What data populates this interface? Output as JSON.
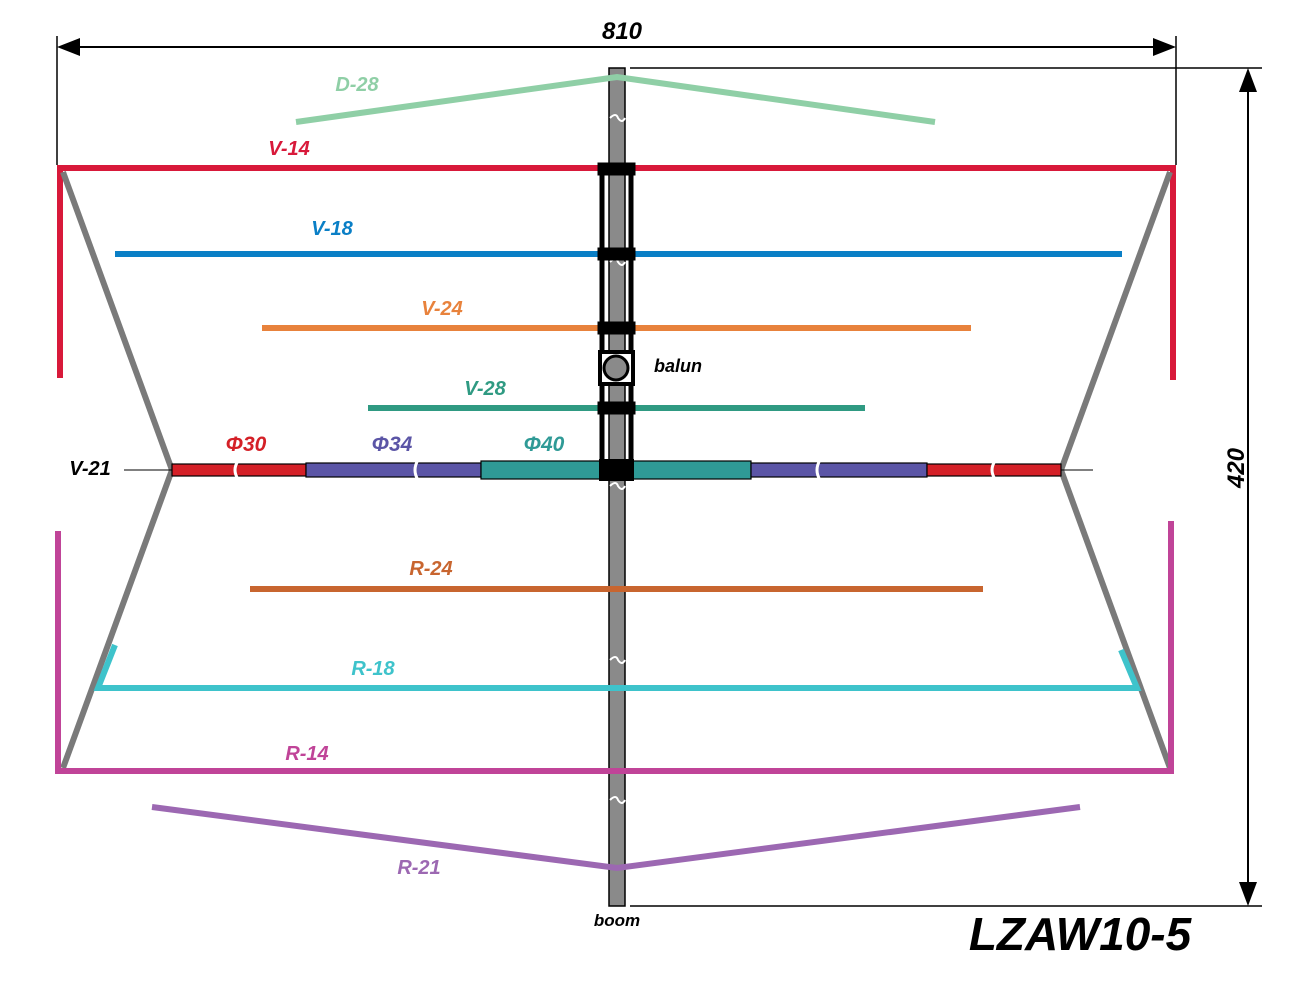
{
  "dimensions": {
    "width": "810",
    "height": "420"
  },
  "title": "LZAW10-5",
  "labels": {
    "boom": "boom",
    "balun": "balun",
    "d28": "D-28",
    "v14": "V-14",
    "v18": "V-18",
    "v24": "V-24",
    "v28": "V-28",
    "v21": "V-21",
    "phi30": "Φ30",
    "phi34": "Φ34",
    "phi40": "Φ40",
    "r24": "R-24",
    "r18": "R-18",
    "r14": "R-14",
    "r21": "R-21"
  },
  "colors": {
    "d28": "#8fcfa6",
    "v14": "#d8193a",
    "v18": "#0a7fc6",
    "v24": "#e8823c",
    "v28": "#2f9a82",
    "v21_label": "#000000",
    "phi30": "#d42027",
    "phi34": "#5b55a6",
    "phi40": "#2f9a96",
    "r24": "#c8652f",
    "r18": "#3ec3cb",
    "r14": "#c04498",
    "r21": "#9c68b2",
    "boom": "#8a8a8a",
    "feed": "#7a7a7a",
    "dim": "#000000"
  }
}
